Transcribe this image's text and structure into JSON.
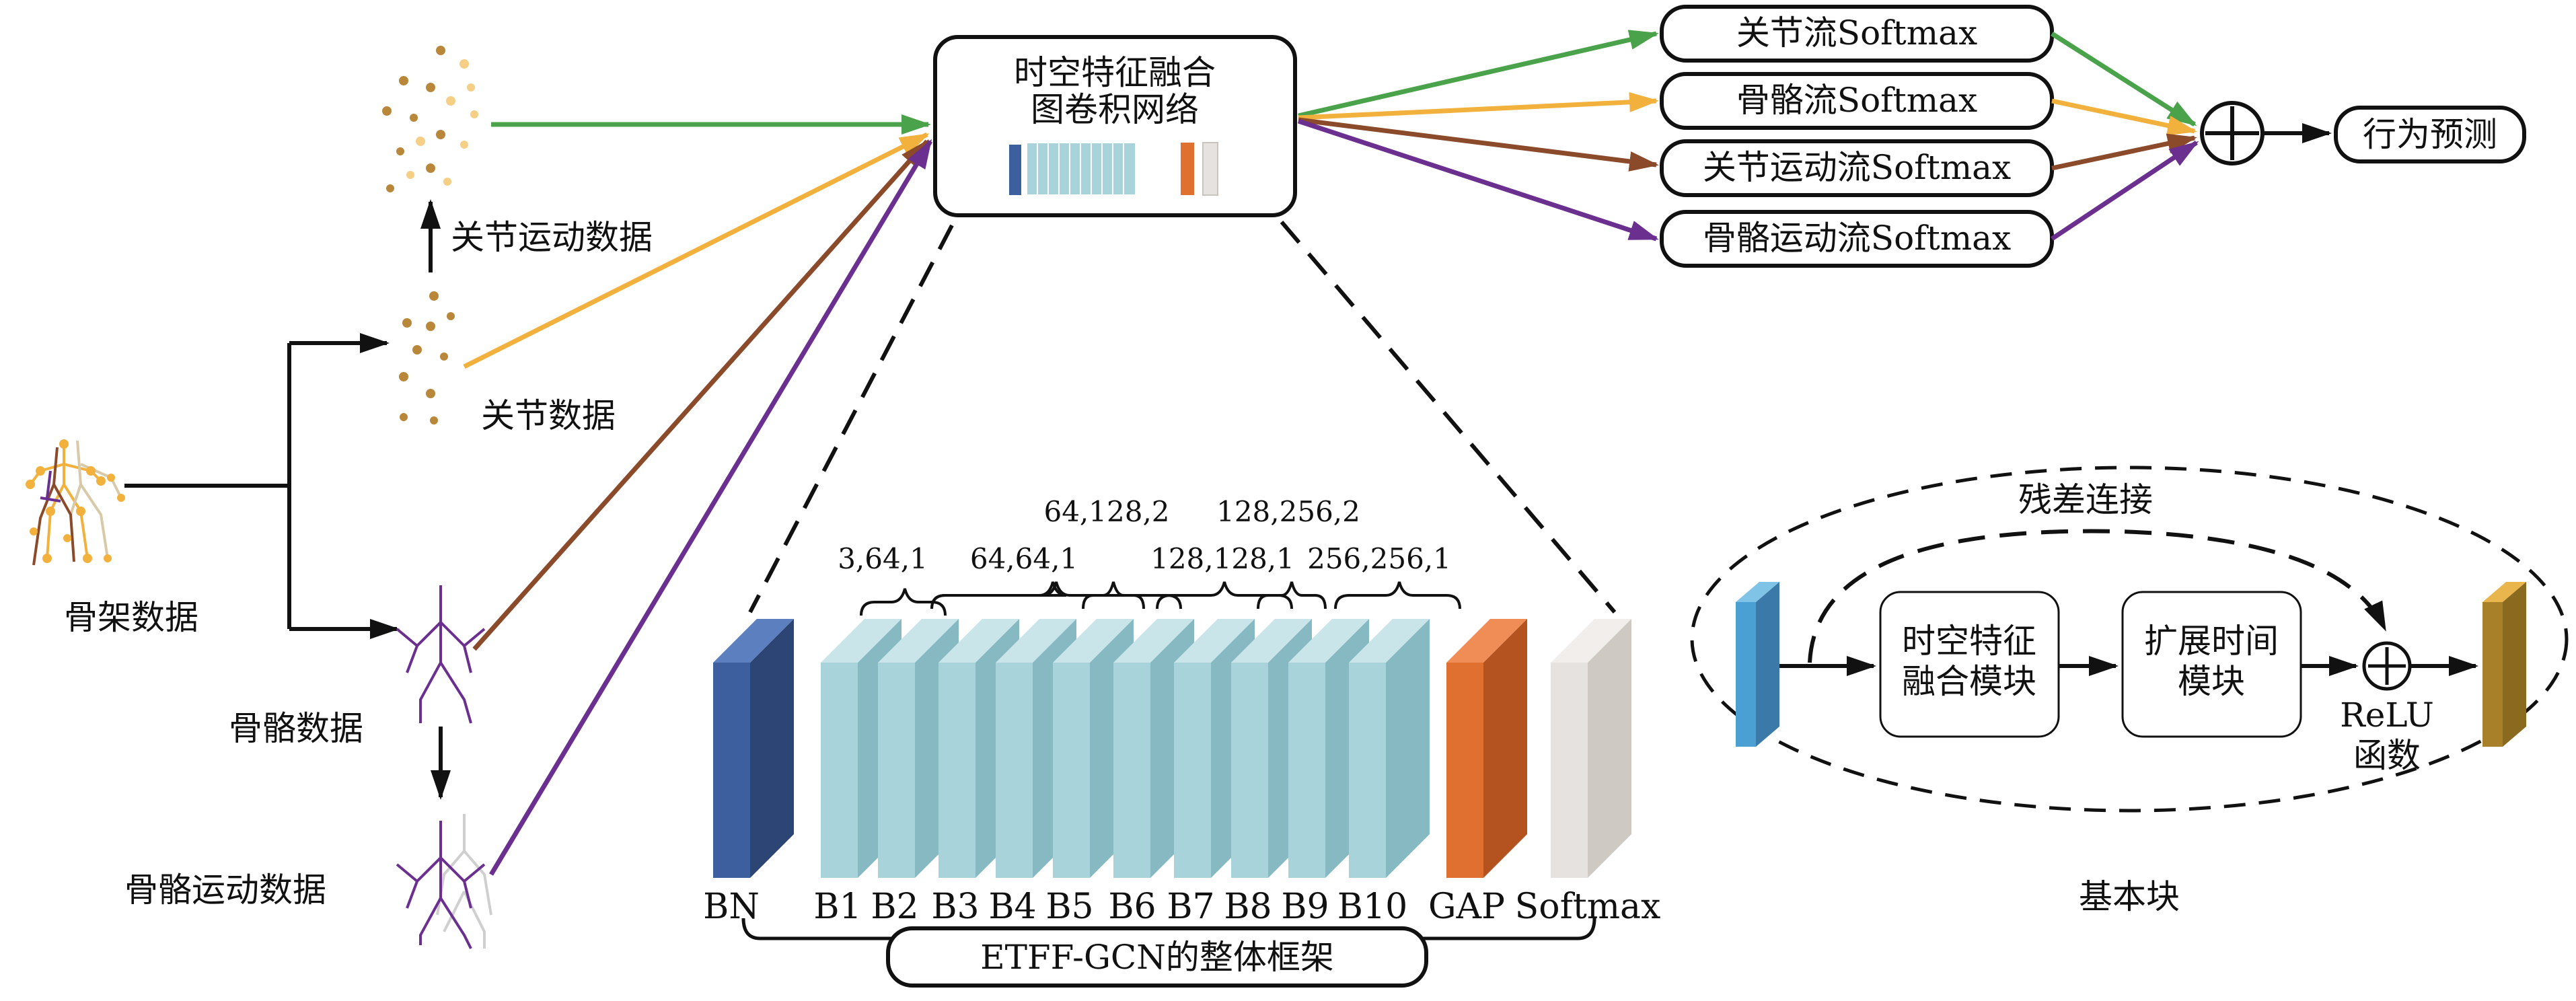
{
  "inputs": {
    "skeleton": "骨架数据",
    "joint": "关节数据",
    "joint_motion": "关节运动数据",
    "bone": "骨骼数据",
    "bone_motion": "骨骼运动数据"
  },
  "network": {
    "line1": "时空特征融合",
    "line2": "图卷积网络"
  },
  "streams": [
    {
      "label": "关节流Softmax",
      "color": "#4aa24a"
    },
    {
      "label": "骨骼流Softmax",
      "color": "#f2b13c"
    },
    {
      "label": "关节运动流Softmax",
      "color": "#8b4a2a"
    },
    {
      "label": "骨骼运动流Softmax",
      "color": "#6a2f8f"
    }
  ],
  "fusion_symbol": "⊕",
  "output": "行为预测",
  "framework": {
    "blocks": [
      "BN",
      "B1",
      "B2",
      "B3",
      "B4",
      "B5",
      "B6",
      "B7",
      "B8",
      "B9",
      "B10",
      "GAP",
      "Softmax"
    ],
    "params_lower": [
      "3,64,1",
      "64,64,1",
      "128,128,1",
      "256,256,1"
    ],
    "params_upper": [
      "64,128,2",
      "128,256,2"
    ],
    "caption": "ETFF-GCN的整体框架",
    "colors": {
      "bn": "#3d5f9e",
      "block": "#a9d3da",
      "gap": "#e0702f",
      "softmax": "#e6e2df"
    }
  },
  "basic_block": {
    "residual": "残差连接",
    "module1_line1": "时空特征",
    "module1_line2": "融合模块",
    "module2_line1": "扩展时间",
    "module2_line2": "模块",
    "relu_line1": "ReLU",
    "relu_line2": "函数",
    "caption": "基本块"
  }
}
